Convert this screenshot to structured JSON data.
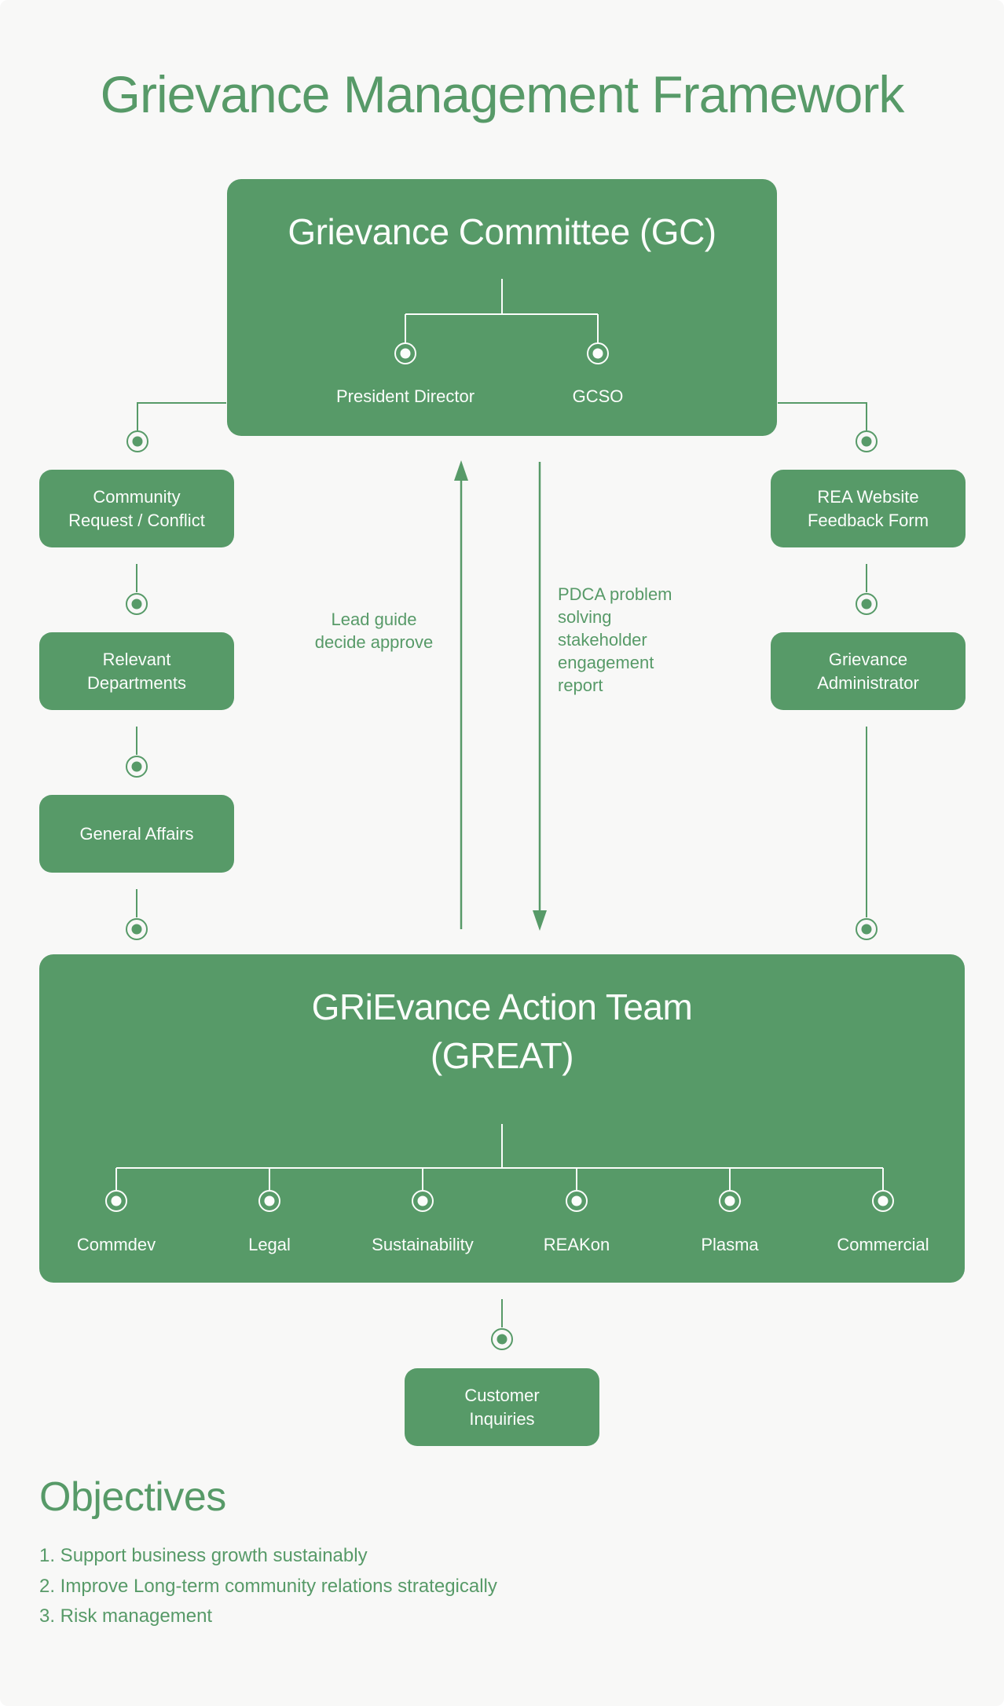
{
  "page": {
    "title": "Grievance Management Framework"
  },
  "colors": {
    "green": "#579a68",
    "background": "#f8f8f7",
    "text_on_green": "#fbfdfb"
  },
  "gc": {
    "title": "Grievance Committee (GC)",
    "members": [
      "President Director",
      "GCSO"
    ]
  },
  "left_chain": {
    "boxes": [
      "Community\nRequest / Conflict",
      "Relevant\nDepartments",
      "General Affairs"
    ]
  },
  "right_chain": {
    "boxes": [
      "REA Website\nFeedback Form",
      "Grievance\nAdministrator"
    ]
  },
  "flows": {
    "up_arrow_label": "Lead guide\ndecide approve",
    "down_arrow_label": "PDCA problem\nsolving\nstakeholder\nengagement\nreport"
  },
  "great": {
    "title": "GRiEvance Action Team\n(GREAT)",
    "members": [
      "Commdev",
      "Legal",
      "Sustainability",
      "REAKon",
      "Plasma",
      "Commercial"
    ]
  },
  "customer": {
    "box": "Customer\nInquiries"
  },
  "objectives": {
    "heading": "Objectives",
    "items": [
      "1. Support business growth sustainably",
      "2. Improve Long-term community relations strategically",
      "3. Risk management"
    ]
  }
}
